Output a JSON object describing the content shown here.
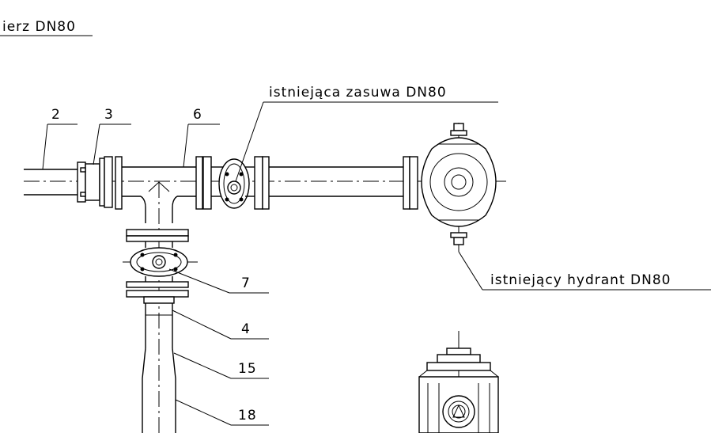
{
  "labels": {
    "header": "ierz DN80",
    "existing_valve": "istniejąca zasuwa DN80",
    "existing_hydrant": "istniejący hydrant DN80",
    "pos_2": "2",
    "pos_3": "3",
    "pos_6": "6",
    "pos_7": "7",
    "pos_4": "4",
    "pos_15": "15",
    "pos_18": "18"
  },
  "colors": {
    "line": "#000000",
    "background": "#ffffff"
  }
}
